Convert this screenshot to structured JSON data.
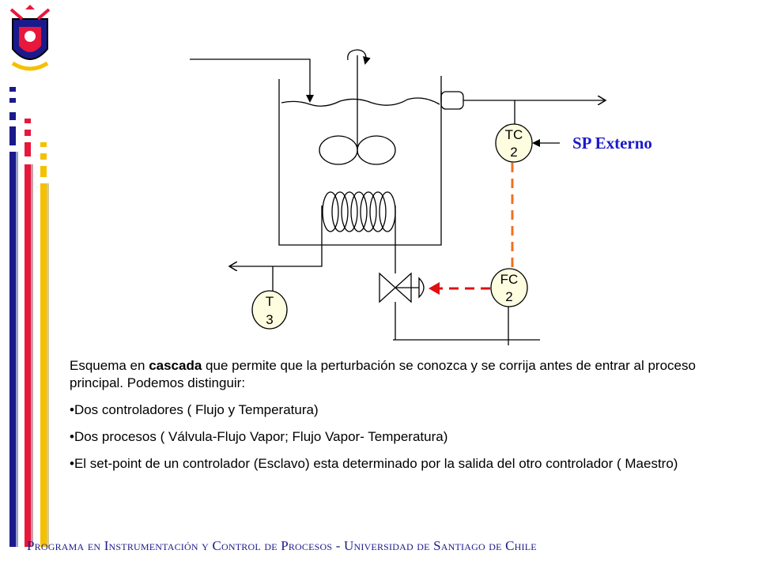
{
  "diagram": {
    "tc_tag": "TC",
    "tc_num": "2",
    "fc_tag": "FC",
    "fc_num": "2",
    "t_tag": "T",
    "t_num": "3",
    "sp_label": "SP Externo"
  },
  "text": {
    "intro_pre": "Esquema en ",
    "intro_bold": "cascada",
    "intro_post": " que permite que la perturbación se conozca y se corrija antes de entrar al proceso principal. Podemos distinguir:",
    "bullets": [
      "•Dos controladores ( Flujo y Temperatura)",
      "•Dos procesos ( Válvula-Flujo Vapor; Flujo Vapor- Temperatura)",
      "•El set-point de un controlador (Esclavo) esta determinado por la salida del otro controlador ( Maestro)"
    ]
  },
  "footer": "Programa en Instrumentación y Control de Procesos - Universidad de Santiago de Chile",
  "colors": {
    "navy": "#1a1a8c",
    "red": "#e8173c",
    "yellow": "#f5c000",
    "sp_blue": "#1a1acc",
    "dashed_orange": "#f07020",
    "dashed_red": "#e01010"
  }
}
